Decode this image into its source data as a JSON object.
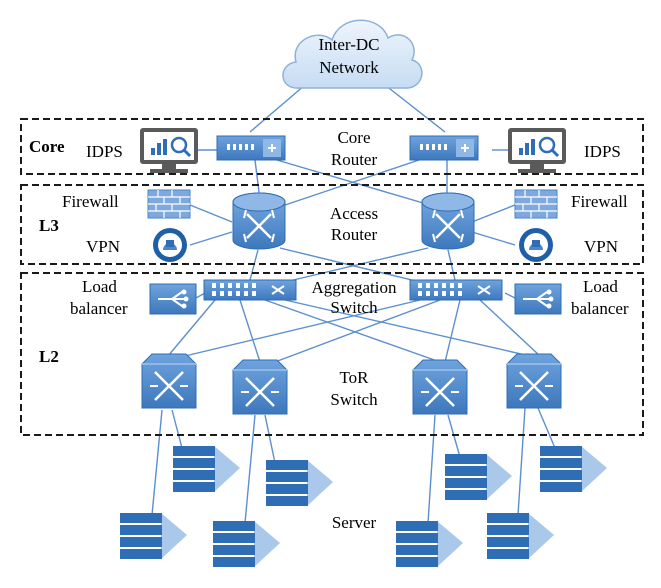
{
  "cloud": {
    "line1": "Inter-DC",
    "line2": "Network"
  },
  "zones": {
    "core": "Core",
    "l3": "L3",
    "l2": "L2"
  },
  "labels": {
    "idps_left": "IDPS",
    "idps_right": "IDPS",
    "core_router_1": "Core",
    "core_router_2": "Router",
    "firewall_left": "Firewall",
    "firewall_right": "Firewall",
    "vpn_left": "VPN",
    "vpn_right": "VPN",
    "access_router_1": "Access",
    "access_router_2": "Router",
    "lb_left_1": "Load",
    "lb_left_2": "balancer",
    "lb_right_1": "Load",
    "lb_right_2": "balancer",
    "agg_switch_1": "Aggregation",
    "agg_switch_2": "Switch",
    "tor_switch_1": "ToR",
    "tor_switch_2": "Switch",
    "server": "Server"
  },
  "colors": {
    "device_fill": "#4a86c8",
    "device_light": "#8fb8e6",
    "link": "#5b8fd0",
    "server_fill": "#2f6db5",
    "arrow_fill": "#a9c8ea"
  }
}
